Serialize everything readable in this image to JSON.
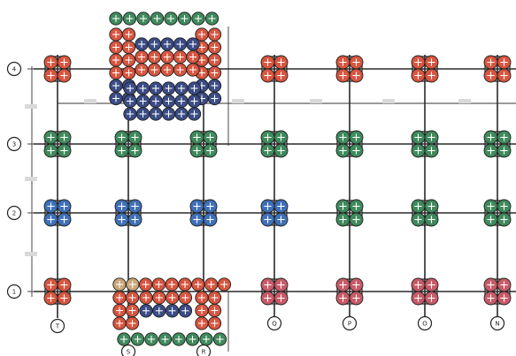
{
  "diagram": {
    "kind": "reinforcement-layout-plan",
    "row_labels": [
      {
        "id": "row-4",
        "text": "4"
      },
      {
        "id": "row-3",
        "text": "3"
      },
      {
        "id": "row-2",
        "text": "2"
      },
      {
        "id": "row-1",
        "text": "1"
      }
    ],
    "column_labels": [
      {
        "id": "col-1",
        "text": "T"
      },
      {
        "id": "col-2",
        "text": "S"
      },
      {
        "id": "col-3",
        "text": "R"
      },
      {
        "id": "col-4",
        "text": "Q"
      },
      {
        "id": "col-5",
        "text": "P"
      },
      {
        "id": "col-6",
        "text": "O"
      },
      {
        "id": "col-7",
        "text": "N"
      }
    ],
    "colors": {
      "red": "#d8553f",
      "green": "#3f8a5c",
      "blue": "#3f70b8",
      "navy": "#3b4c86",
      "pink": "#c85a68",
      "tan": "#c9a77a",
      "grid": "#2a2a2a"
    },
    "column_groups": {
      "row-4": [
        "red",
        "red",
        "red",
        "red",
        "red",
        "red",
        "red"
      ],
      "row-3": [
        "green",
        "green",
        "green",
        "green",
        "green",
        "green",
        "green"
      ],
      "row-2": [
        "blue",
        "blue",
        "blue",
        "blue",
        "green",
        "green",
        "green"
      ],
      "row-1": [
        "red",
        "red",
        "red",
        "pink",
        "pink",
        "pink",
        "pink"
      ]
    }
  }
}
